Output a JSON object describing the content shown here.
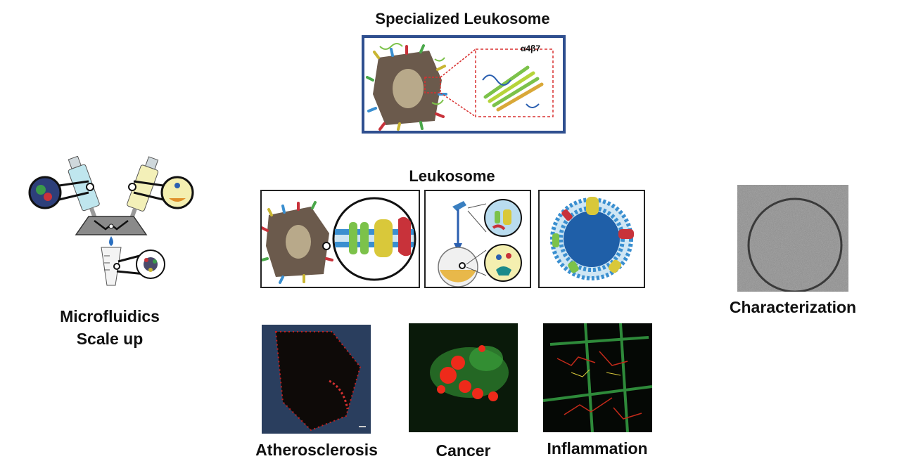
{
  "specialized": {
    "title": "Specialized Leukosome",
    "receptor_label": "α4β7",
    "border_color": "#2f4f8f"
  },
  "leukosome": {
    "title": "Leukosome"
  },
  "microfluidics": {
    "line1": "Microfluidics",
    "line2": "Scale up"
  },
  "characterization": {
    "label": "Characterization"
  },
  "applications": [
    {
      "label": "Atherosclerosis"
    },
    {
      "label": "Cancer"
    },
    {
      "label": "Inflammation"
    }
  ]
}
